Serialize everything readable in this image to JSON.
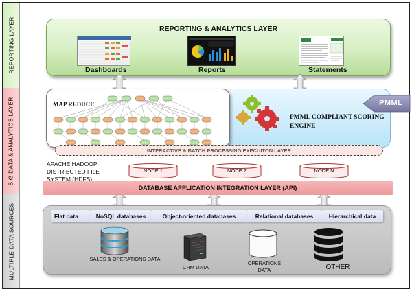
{
  "layers": {
    "reporting": "REPORTING LAYER",
    "big_data": "BIG DATA & ANALYTICS LAYER",
    "sources": "MULTIPLE DATA SOURCES"
  },
  "reporting": {
    "title": "REPORTING & ANALYTICS LAYER",
    "items": [
      "Dashboards",
      "Reports",
      "Statements"
    ]
  },
  "big_data": {
    "map_reduce": "MAP REDUCE",
    "pmml_engine": "PMML COMPLIANT SCORING ENGINE",
    "pmml_tag": "PMML",
    "exec_layer": "INTERACTIVE & BATCH PROCESSING EXECUITON LAYER",
    "hdfs": "APACHE HADOOP DISTRIBUTED FILE SYSTEM (HDFS)",
    "nodes": [
      "NODE 1",
      "NODE 2",
      "NODE N"
    ],
    "api": "DATABASE APPLICATION INTEGRATION LAYER (API)"
  },
  "sources": {
    "tabs": [
      "Flat data",
      "NoSQL databases",
      "Object-oriented databases",
      "Relational databases",
      "Hierarchical data"
    ],
    "items": [
      "SALES & OPERATIONS DATA",
      "CRM DATA",
      "OPERATIONS DATA",
      "OTHER"
    ]
  },
  "colors": {
    "reporting": "#d5efc2",
    "big_data": "#f3a6a8",
    "pmml": "#b9e4f8",
    "sources": "#c8c8c8",
    "pmml_tag": "#8a8ab0"
  }
}
